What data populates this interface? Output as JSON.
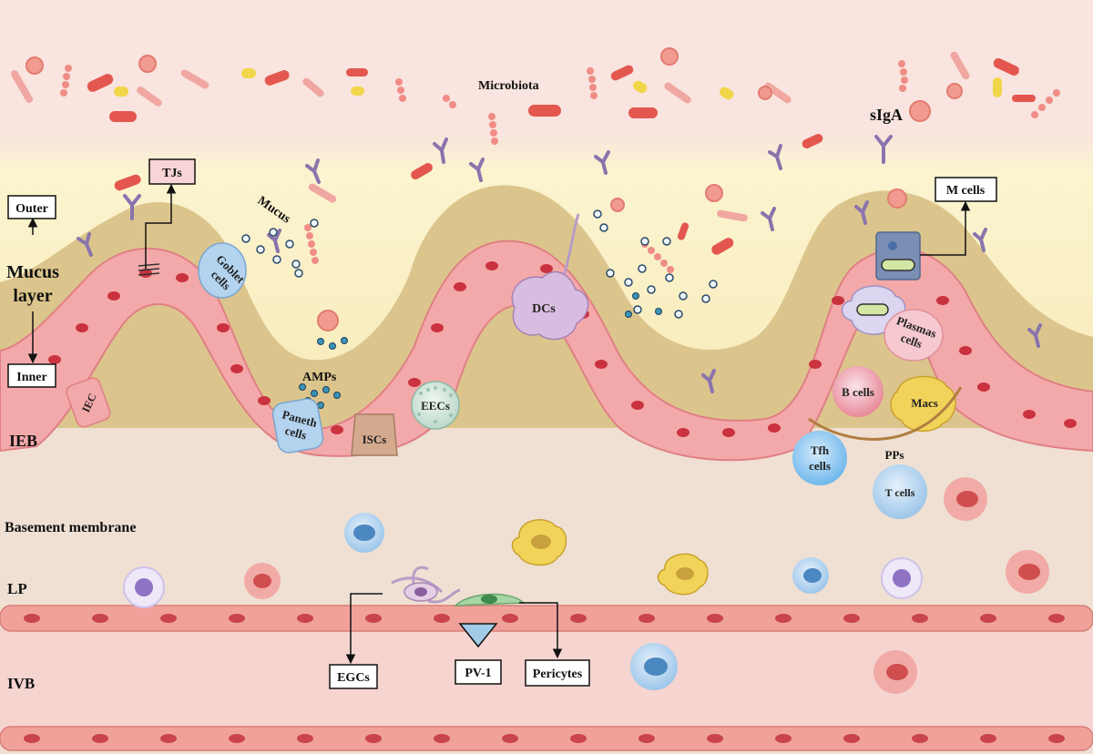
{
  "labels": {
    "microbiota": "Microbiota",
    "siga": "sIgA",
    "outer": "Outer",
    "mucus_layer_line1": "Mucus",
    "mucus_layer_line2": "layer",
    "inner": "Inner",
    "tjs": "TJs",
    "mucus": "Mucus",
    "goblet_line1": "Goblet",
    "goblet_line2": "cells",
    "amps": "AMPs",
    "paneth_line1": "Paneth",
    "paneth_line2": "cells",
    "iscs": "ISCs",
    "eecs": "EECs",
    "iec": "IEC",
    "ieb": "IEB",
    "dcs": "DCs",
    "m_cells": "M cells",
    "plasmas_line1": "Plasmas",
    "plasmas_line2": "cells",
    "b_cells": "B cells",
    "macs": "Macs",
    "tfh_line1": "Tfh",
    "tfh_line2": "cells",
    "pps": "PPs",
    "t_cells": "T cells",
    "basement_membrane": "Basement membrane",
    "lp": "LP",
    "ivb": "IVB",
    "egcs": "EGCs",
    "pv1": "PV-1",
    "pericytes": "Pericytes"
  },
  "colors": {
    "lumen": "#f9e4df",
    "mucus": "#dcc58c",
    "mucus_glow": "#fbf0c4",
    "epithelium": "#f3a9a9",
    "nucleus": "#c9323e",
    "lamina_propria": "#efe0d3",
    "vessel": "#f0a29a",
    "vessel_lumen": "#f6d4d0",
    "antibody": "#8a74ad"
  }
}
